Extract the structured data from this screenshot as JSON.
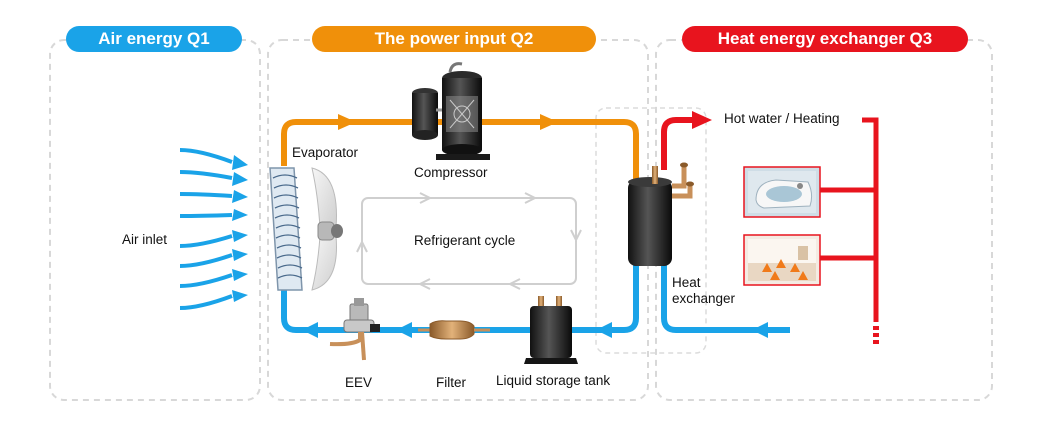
{
  "sections": {
    "air": {
      "title": "Air energy Q1",
      "color": "#1aa3e8"
    },
    "power": {
      "title": "The power input Q2",
      "color": "#f0900a"
    },
    "heat": {
      "title": "Heat energy exchanger Q3",
      "color": "#e8141e"
    }
  },
  "labels": {
    "air_inlet": "Air inlet",
    "evaporator": "Evaporator",
    "compressor": "Compressor",
    "refrigerant_cycle": "Refrigerant cycle",
    "heat_exchanger_line1": "Heat",
    "heat_exchanger_line2": "exchanger",
    "hot_water": "Hot water / Heating",
    "eev": "EEV",
    "filter": "Filter",
    "liquid_tank": "Liquid storage tank"
  },
  "colors": {
    "cold_pipe": "#1aa3e8",
    "hot_refrigerant_pipe": "#f0900a",
    "hot_water_pipe": "#e8141e",
    "dashed_border": "#d8d8d8",
    "cycle_loop": "#cfcfcf"
  },
  "icons": [
    "compressor-icon",
    "evaporator-coil-icon",
    "fan-icon",
    "heat-exchanger-tank-icon",
    "expansion-valve-icon",
    "filter-drier-icon",
    "liquid-tank-icon",
    "bathtub-photo-icon",
    "floor-heating-photo-icon"
  ]
}
